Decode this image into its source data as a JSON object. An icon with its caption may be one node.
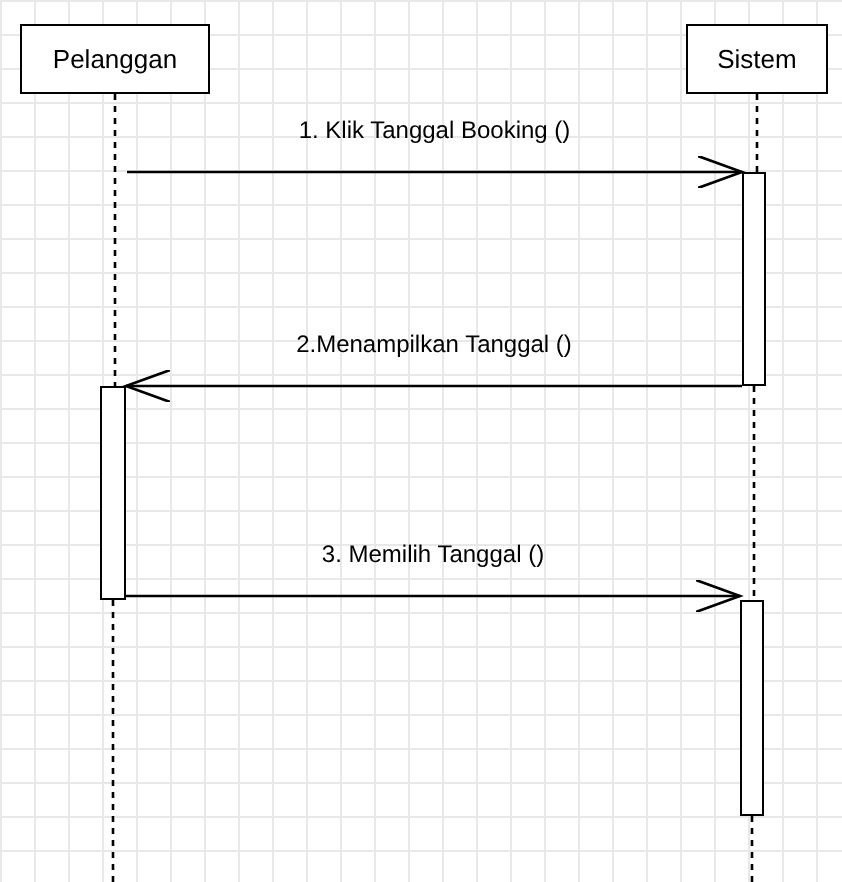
{
  "diagram": {
    "nodes": [
      {
        "text": [
          "Pelanggan"
        ]
      },
      {
        "text": [
          "Sistem"
        ]
      },
      {
        "text": [],
        "shape": "bar"
      },
      {
        "text": [],
        "shape": "bar"
      },
      {
        "text": [],
        "shape": "bar"
      }
    ],
    "edges": [
      {
        "from": 0,
        "to": 3,
        "arrow": "none",
        "style": "dashed"
      },
      {
        "from": 3,
        "to": null,
        "arrow": "none",
        "style": "dashed"
      },
      {
        "from": 1,
        "to": 2,
        "arrow": "none",
        "style": "dashed"
      },
      {
        "from": 2,
        "to": 4,
        "arrow": "none",
        "style": "dashed"
      },
      {
        "from": 4,
        "to": null,
        "arrow": "none",
        "style": "dashed"
      },
      {
        "from": 0,
        "to": 2,
        "arrow": "to",
        "label": "1. Klik Tanggal Booking ()"
      },
      {
        "from": 2,
        "to": 3,
        "arrow": "to",
        "label": "2.Menampilkan Tanggal ()"
      },
      {
        "from": 3,
        "to": 4,
        "arrow": "to",
        "label": "3. Memilih Tanggal ()"
      }
    ]
  }
}
